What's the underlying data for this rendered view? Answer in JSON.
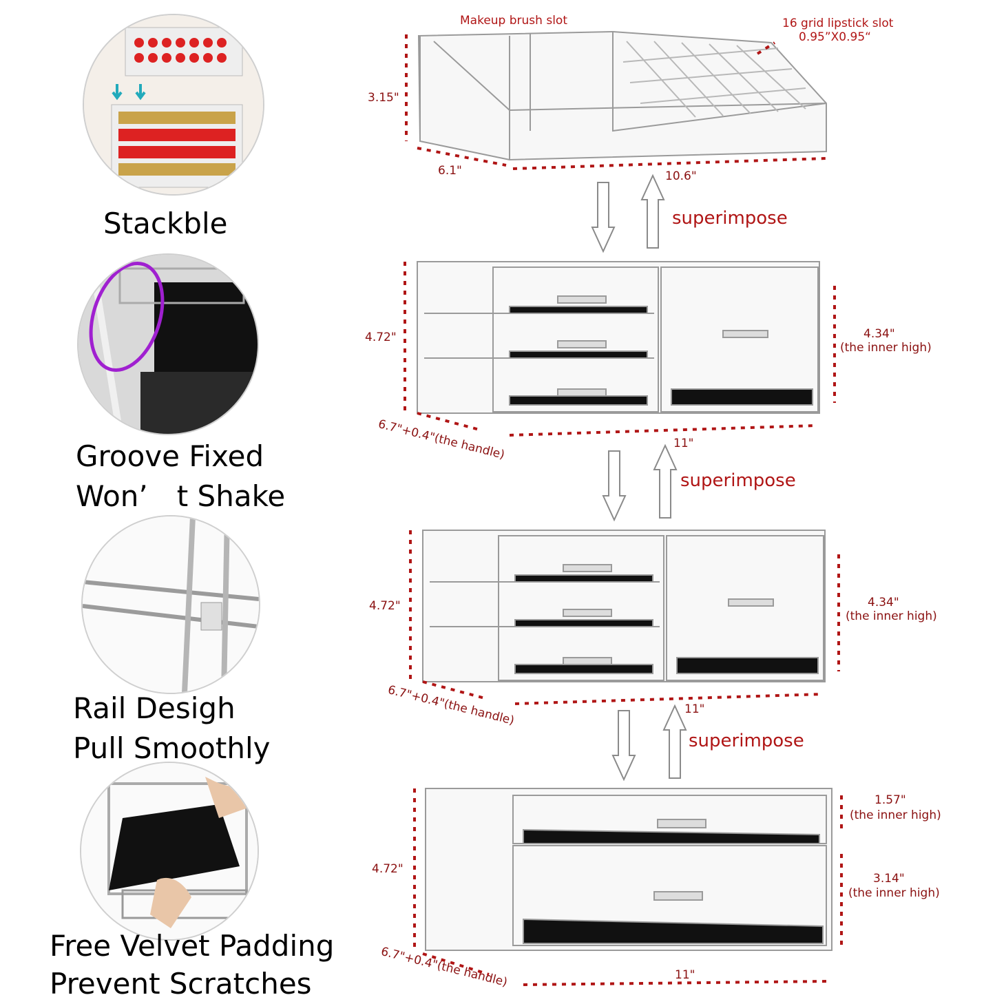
{
  "features": [
    {
      "lines": [
        "Stackble"
      ]
    },
    {
      "lines": [
        "Groove Fixed",
        "Won’　t Shake"
      ]
    },
    {
      "lines": [
        "Rail Desigh",
        "Pull Smoothly"
      ]
    },
    {
      "lines": [
        "Free Velvet Padding",
        "Prevent Scratches"
      ]
    }
  ],
  "top_tier": {
    "brush_slot": "Makeup brush slot",
    "lipstick_slot": "16 grid lipstick slot",
    "lipstick_size": "0.95”X0.95“",
    "height": "3.15\"",
    "depth": "6.1\"",
    "width": "10.6\""
  },
  "tier2": {
    "height": "4.72\"",
    "inner": "4.34\"",
    "inner_note": "(the inner high)",
    "depth": "6.7\"+0.4\"(the handle)",
    "width": "11\""
  },
  "tier3": {
    "height": "4.72\"",
    "inner": "4.34\"",
    "inner_note": "(the inner high)",
    "depth": "6.7\"+0.4\"(the handle)",
    "width": "11\""
  },
  "tier4": {
    "height": "4.72\"",
    "inner_top": "1.57\"",
    "inner_top_note": "(the inner high)",
    "inner_bottom": "3.14\"",
    "inner_bottom_note": "(the inner high)",
    "depth": "6.7\"+0.4\"(the handle)",
    "width": "11\""
  },
  "superimpose": [
    "superimpose",
    "superimpose",
    "superimpose"
  ],
  "colors": {
    "accent": "#b01515",
    "dim": "#8a1010",
    "acrylic": "#9a9a9a",
    "velvet": "#111111"
  }
}
